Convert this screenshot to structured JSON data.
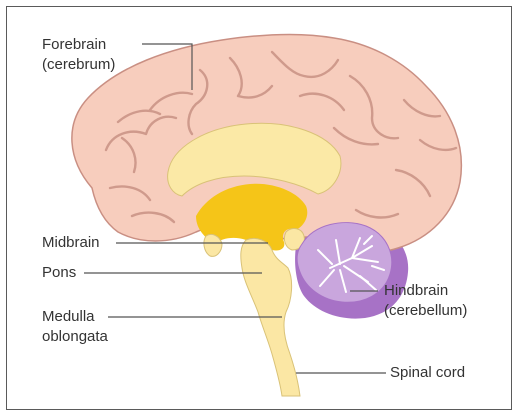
{
  "labels": {
    "forebrain_line1": "Forebrain",
    "forebrain_line2": "(cerebrum)",
    "midbrain": "Midbrain",
    "pons": "Pons",
    "medulla_line1": "Medulla",
    "medulla_line2": "oblongata",
    "hindbrain_line1": "Hindbrain",
    "hindbrain_line2": "(cerebellum)",
    "spinal_cord": "Spinal cord"
  },
  "colors": {
    "cerebrum_fill": "#f7cdbd",
    "cerebrum_outline": "#c98f83",
    "gyri_lines": "#cf9a8c",
    "corpus_callosum": "#fbe9a6",
    "thalamus": "#f5c518",
    "brainstem": "#fbe7a4",
    "brainstem_outline": "#d9c277",
    "cerebellum_fill": "#c9a6dd",
    "cerebellum_dark": "#a772c6",
    "cerebellum_lines": "#ffffff",
    "leader_line": "#555555"
  }
}
